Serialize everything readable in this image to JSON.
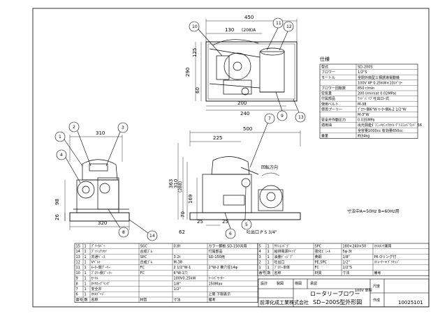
{
  "top_view": {
    "dimensions": [
      "450",
      "130",
      "(208)A",
      "125",
      "290",
      "60",
      "200",
      "240"
    ],
    "callouts": [
      "10",
      "11",
      "12",
      "9",
      "13"
    ]
  },
  "left_view": {
    "dimensions": [
      "310",
      "98",
      "26",
      "320"
    ],
    "callouts": [
      "1",
      "2",
      "3",
      "4",
      "8",
      "14"
    ]
  },
  "front_view": {
    "dimensions": [
      "500",
      "225",
      "363",
      "310",
      "(288)",
      "169",
      "70",
      "25",
      "25",
      "62"
    ],
    "callouts": [
      "7",
      "6",
      "5"
    ],
    "rotation_label": "回転方向",
    "port_label": "吐出口 P S 3/4\""
  },
  "spec_table": {
    "title": "仕様",
    "rows": [
      {
        "label": "型式",
        "value": "SD-200S"
      },
      {
        "label": "ブロワー",
        "value": "1/2\"S"
      },
      {
        "label": "モートル",
        "value": "全閉外扇型三相誘導電動機"
      },
      {
        "label": "",
        "value": "100V 4P 0.25kW×10ｽﾄﾞﾛｰ"
      },
      {
        "label": "ブロワー回転数",
        "value": "850 r/min"
      },
      {
        "label": "空気量",
        "value": "200 l/min(at 0.02MPa)"
      },
      {
        "label": "付属部品",
        "value": "ｳｯﾄﾞﾊﾞｲﾌﾞ吐出口ｰ式"
      },
      {
        "label": "使用ベルト",
        "value": "M-38"
      },
      {
        "label": "使用プーリー",
        "value": "ﾌﾞﾛﾜｰ側6\"W ﾓｰﾀｰ側A-2 1/2\"W"
      },
      {
        "label": "",
        "value": "M-3\"W"
      },
      {
        "label": "安全弁作動圧力",
        "value": "0.035MPa"
      },
      {
        "label": "適用油",
        "value": "出光興産ﾀﾞﾌﾆｰﾒｶﾆｯｸｵｲﾙ ｸﾞﾘｽｺﾝﾊﾟｳﾝﾄﾞ 56"
      },
      {
        "label": "",
        "value": "全容量1000cc 有効量650cc"
      },
      {
        "label": "重量",
        "value": "約34kg"
      }
    ]
  },
  "frequency_note": "寸法中A=50Hz B=60Hz用",
  "parts_left": [
    {
      "no": "15",
      "qty": "1",
      "name": "ﾌﾟﾘｰｶﾊﾞｰ",
      "material": "SGC",
      "spec": "0.8t",
      "note": "カラー鋼板 SD-150共用"
    },
    {
      "no": "14",
      "qty": "1",
      "name": "ﾌﾞｯｼｭｱｯｾｲ",
      "material": "合成ｺﾞﾑ",
      "spec": "",
      "note": "付属部品"
    },
    {
      "no": "13",
      "qty": "1",
      "name": "共通ﾍﾞｰｽ",
      "material": "SPC",
      "spec": "3.2t",
      "note": "SD-150用"
    },
    {
      "no": "12",
      "qty": "1",
      "name": "Vﾍﾞﾙﾄ",
      "material": "合成ｺﾞﾑ",
      "spec": "M-38",
      "note": ""
    },
    {
      "no": "11",
      "qty": "1",
      "name": "ﾓｰﾀｰ側ﾌﾟｰﾘｰ",
      "material": "FC",
      "spec": "2 1/2\"W-1",
      "note": "2\"W-2 推穴径14φ"
    },
    {
      "no": "10",
      "qty": "1",
      "name": "ﾌﾞﾛﾜｰ側ﾌﾟｰﾘｰ",
      "material": "FC",
      "spec": "6\"W-1穴",
      "note": ""
    },
    {
      "no": "9",
      "qty": "1",
      "name": "ﾓｰﾄﾙ",
      "material": "",
      "spec": "100V0.25kW",
      "note": "ﾄｰｼﾊﾞﾓｰﾀｰ"
    },
    {
      "no": "8",
      "qty": "1",
      "name": "ﾀｲﾔｶｯﾌﾟﾘﾝｸﾞ",
      "material": "",
      "spec": "1/8\"",
      "note": "150Max"
    },
    {
      "no": "7",
      "qty": "1",
      "name": "安全弁",
      "material": "",
      "spec": "1/2\"",
      "note": ""
    },
    {
      "no": "6",
      "qty": "1",
      "name": "ｵｲﾙｹﾞｰｼﾞ",
      "material": "",
      "spec": "",
      "note": "上限 下限表示"
    }
  ],
  "parts_left_header": {
    "no": "番号",
    "qty": "数",
    "name": "名称",
    "material": "材質",
    "spec": "寸法",
    "note": "備考"
  },
  "parts_right": [
    {
      "no": "5",
      "qty": "1",
      "name": "ｻｸｼｮﾝﾊﾞﾌﾞ",
      "material": "SPC",
      "spec": "180×240×50",
      "note": "ｵｲﾙﾀﾝｸ兼用"
    },
    {
      "no": "4",
      "qty": "1",
      "name": "給排電源ｷｬｯﾌﾟ",
      "material": "強化ﾋﾞﾆｰﾙ",
      "spec": "5φ-3t",
      "note": ""
    },
    {
      "no": "3",
      "qty": "1",
      "name": "油量ｹﾞｰｼﾞﾌﾟ",
      "material": "黄銅",
      "spec": "1/8\"",
      "note": "P6 Oリング付"
    },
    {
      "no": "2",
      "qty": "1",
      "name": "吐出口",
      "material": "PE,SPC",
      "spec": "1/2\"",
      "note": "ｽﾄﾚｰﾅｰ+ﾌﾞﾘｷｯｼﾞ"
    },
    {
      "no": "1",
      "qty": "1",
      "name": "ﾌﾞﾛﾜｰ本体",
      "material": "FC",
      "spec": "1/2\"S",
      "note": ""
    }
  ],
  "parts_right_header": {
    "no": "番号",
    "qty": "数",
    "name": "名称",
    "material": "材質",
    "spec": "寸法",
    "note": "備考"
  },
  "title_block": {
    "company": "前澤化成工業株式会社",
    "product": "ロータリーブロワー",
    "product_note": "100V\n単相",
    "drawing_title": "SD−200S型外形図",
    "drawing_no": "10025101",
    "small_labels": [
      "設計",
      "製図",
      "検図",
      "承認",
      "尺度",
      "作成"
    ]
  }
}
